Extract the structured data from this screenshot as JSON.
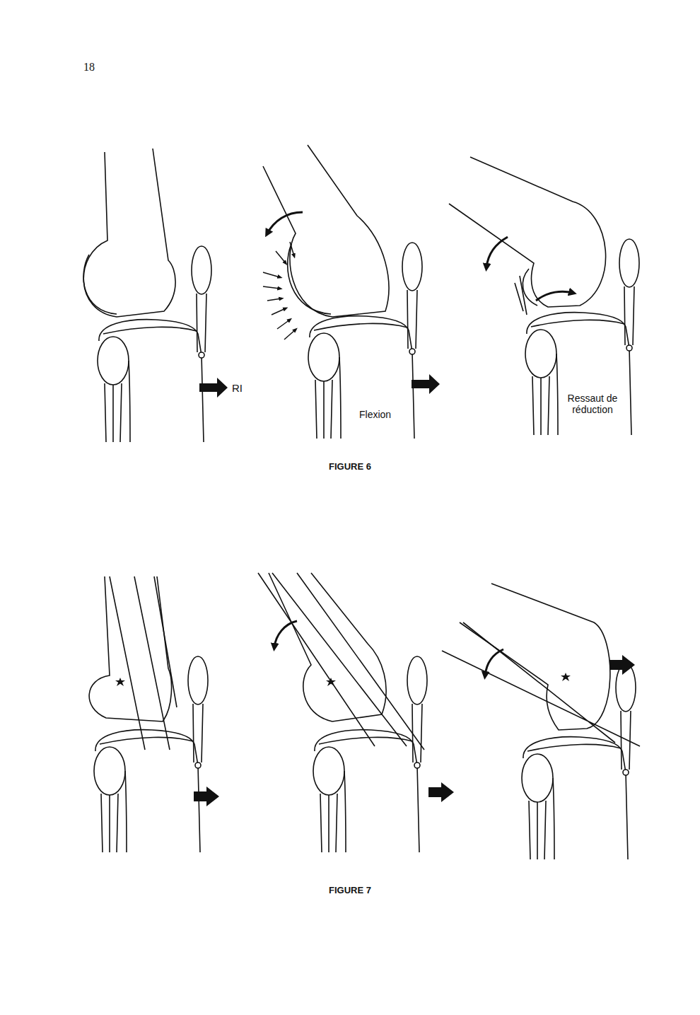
{
  "diagram": {
    "labels": [
      "18",
      "RI",
      "Flexion",
      "Ressaut de réduction",
      "FIGURE 6",
      "FIGURE 7"
    ]
  }
}
